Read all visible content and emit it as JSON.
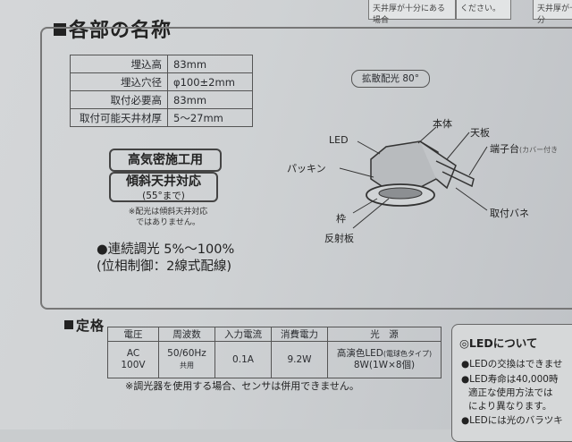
{
  "top": {
    "strip_a": "天井厚が十分にある場合",
    "strip_b": "ください。",
    "strip_c": "天井厚が十分"
  },
  "parts": {
    "title": "各部の名称",
    "dims": [
      {
        "k": "埋込高",
        "v": "83mm"
      },
      {
        "k": "埋込穴径",
        "v": "φ100±2mm"
      },
      {
        "k": "取付必要高",
        "v": "83mm"
      },
      {
        "k": "取付可能天井材厚",
        "v": "5～27mm"
      }
    ],
    "airtight": "高気密施工用",
    "slope": "傾斜天井対応",
    "slope_angle": "(55°まで)",
    "note_1": "※配光は傾斜天井対応",
    "note_2": "ではありません。",
    "dimming_1": "●連続調光 5%～100%",
    "dimming_2": "(位相制御：2線式配線)",
    "diffusion": "拡散配光 80°",
    "labels": {
      "led": "LED",
      "body": "本体",
      "plate": "天板",
      "terminal": "端子台",
      "terminal_note": "(カバー付き",
      "gasket": "パッキン",
      "spring": "取付バネ",
      "frame": "枠",
      "reflector": "反射板"
    }
  },
  "spec": {
    "title": "定格",
    "headers": [
      "電圧",
      "周波数",
      "入力電流",
      "消費電力",
      "光　源"
    ],
    "row": {
      "voltage_1": "AC",
      "voltage_2": "100V",
      "freq": "50/60Hz",
      "freq_note": "共用",
      "current": "0.1A",
      "power": "9.2W",
      "source_1": "高演色LED",
      "source_1_note": "(電球色タイプ)",
      "source_2": "8W(1W×8個)"
    },
    "footnote": "※調光器を使用する場合、センサは併用できません。"
  },
  "led": {
    "title": "◎LEDについて",
    "lines": [
      "●LEDの交換はできませ",
      "●LED寿命は40,000時",
      "適正な使用方法では",
      "により異なります。",
      "●LEDには光のバラツキ"
    ]
  }
}
